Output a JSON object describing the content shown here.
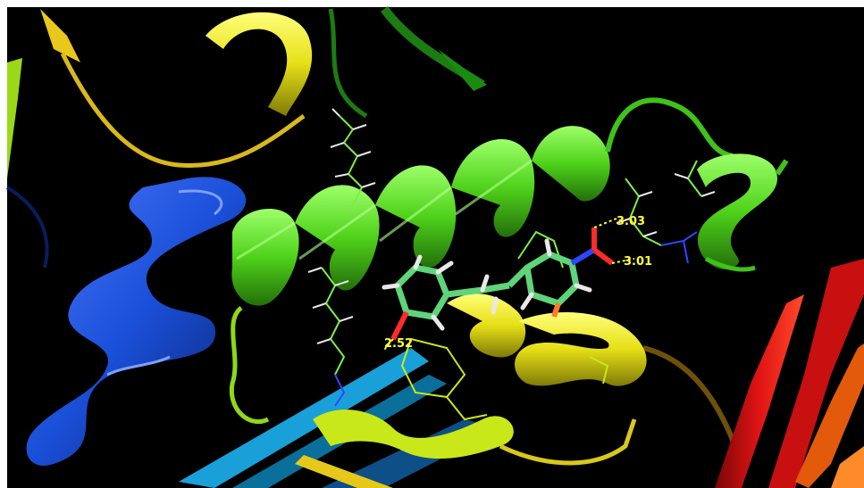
{
  "viewer": {
    "background": "#000000",
    "frame_color": "#ffffff"
  },
  "distances": {
    "d1": "3.03",
    "d2": "3.01",
    "d3": "2.52"
  },
  "colors": {
    "helix_green": "#57e61d",
    "helix_green_dark": "#2f8f10",
    "helix_yellow": "#e8e21a",
    "helix_yellow_dark": "#8d8a0c",
    "helix_blue": "#1a4fd8",
    "helix_blue_dark": "#0b2474",
    "sheet_red": "#d81010",
    "sheet_orange": "#e15a0a",
    "strand_cyan": "#1aa0d8",
    "ligand_green": "#5fd47a",
    "stick_white": "#e8e8e8",
    "stick_blue": "#2e46ff",
    "stick_red": "#ff2a2a",
    "label_yellow": "#ffff33"
  }
}
